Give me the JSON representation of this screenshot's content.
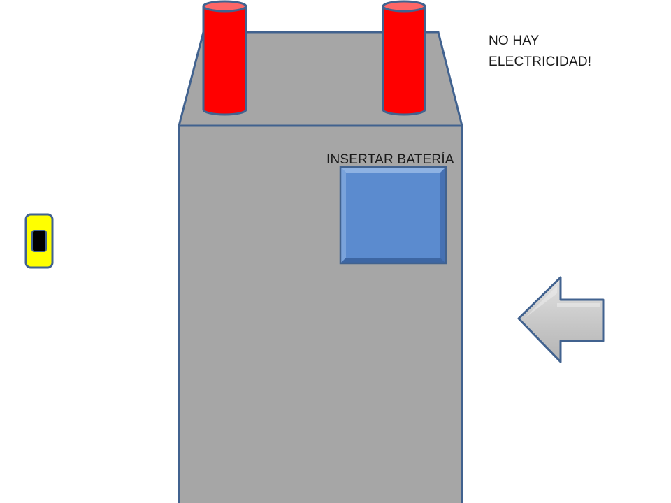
{
  "status": {
    "line1": "NO HAY",
    "line2": "ELECTRICIDAD!"
  },
  "battery_slot": {
    "label": "INSERTAR BATERÍA"
  },
  "colors": {
    "building": "#a6a6a6",
    "outline": "#41628f",
    "chimney": "#ff0000",
    "chimney_top": "#ff6666",
    "slot": "#5b8bcf",
    "battery": "#ffff00",
    "arrow": "#c8c8c8"
  },
  "icons": {
    "battery": "battery-icon",
    "back_arrow": "left-arrow-icon"
  }
}
